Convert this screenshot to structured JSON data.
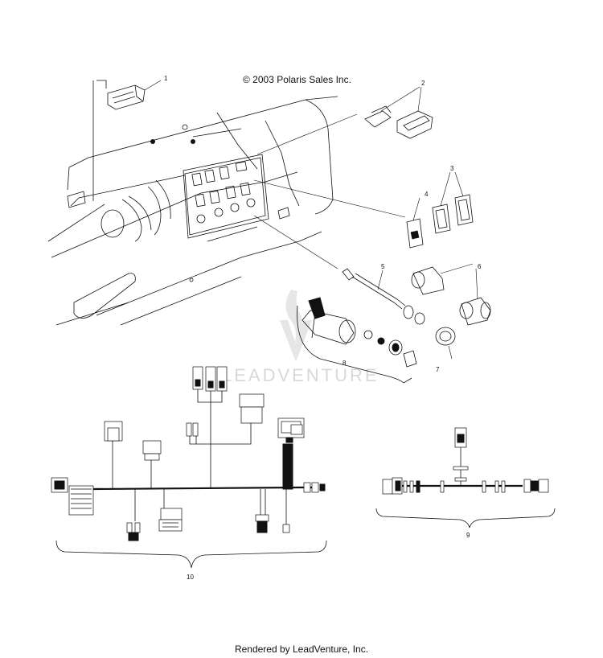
{
  "copyright": "© 2003 Polaris Sales Inc.",
  "footer": "Rendered by LeadVenture, Inc.",
  "watermark": "LEADVENTURE",
  "callouts": {
    "c1": "1",
    "c2": "2",
    "c3": "3",
    "c4": "4",
    "c5": "5",
    "c6": "6",
    "c7": "7",
    "c8": "8",
    "c9": "9",
    "c10": "10"
  },
  "colors": {
    "line": "#111111",
    "watermark": "#d8d8d8",
    "background": "#ffffff"
  }
}
